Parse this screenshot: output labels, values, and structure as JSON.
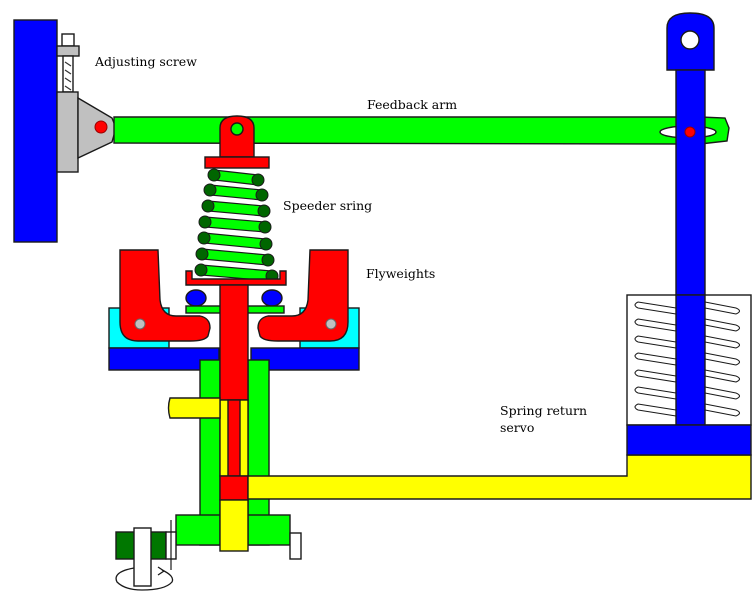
{
  "title": "Mechanical-hydraulic governor with spring return servo",
  "labels": {
    "adjusting_screw": "Adjusting screw",
    "feedback_arm": "Feedback arm",
    "speeder_spring": "Speeder sring",
    "flyweights": "Flyweights",
    "servo_line1": "Spring return",
    "servo_line2": "servo"
  },
  "colors": {
    "frame_blue": "#0000ff",
    "arm_green": "#00ff00",
    "spring_dark_green": "#006600",
    "flyweight_red": "#ff0000",
    "oil_yellow": "#ffff00",
    "ballhead_cyan": "#00ffff",
    "bracket_grey": "#c0c0c0",
    "gear_dark_green": "#007700",
    "outline": "#1a1a1a"
  },
  "components": [
    "fixed-frame",
    "adjusting-screw",
    "pivot-bracket",
    "feedback-arm",
    "speeder-spring",
    "flyweights",
    "ballhead",
    "pilot-valve",
    "valve-bushing",
    "oil-lines",
    "servo-piston",
    "servo-return-spring",
    "output-rod",
    "drive-gear"
  ]
}
